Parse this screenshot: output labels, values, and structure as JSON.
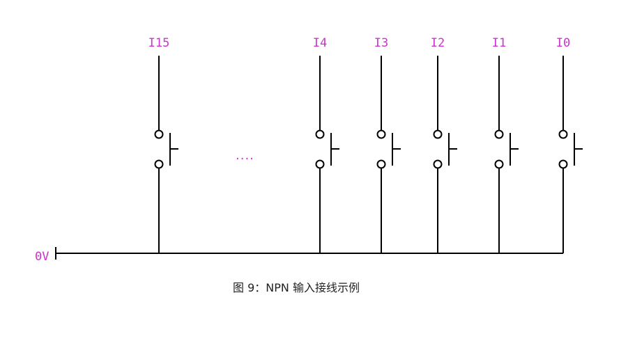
{
  "diagram": {
    "ground_label": "0V",
    "ellipsis": "....",
    "inputs": [
      {
        "label": "I15"
      },
      {
        "label": "I4"
      },
      {
        "label": "I3"
      },
      {
        "label": "I2"
      },
      {
        "label": "I1"
      },
      {
        "label": "I0"
      }
    ],
    "colors": {
      "label": "#cc33cc",
      "wire": "#000000",
      "caption": "#222222"
    }
  },
  "caption": "图 9：NPN 输入接线示例"
}
